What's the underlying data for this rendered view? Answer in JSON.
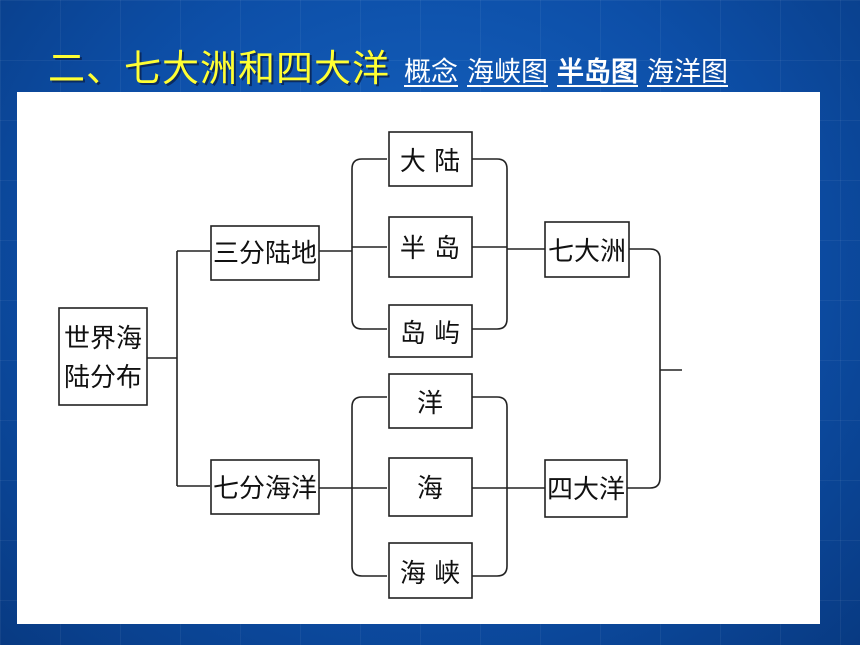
{
  "slide": {
    "title": "二、七大洲和四大洋",
    "links": [
      {
        "label": "概念",
        "bold": false
      },
      {
        "label": "海峡图",
        "bold": false
      },
      {
        "label": "半岛图",
        "bold": true
      },
      {
        "label": "海洋图",
        "bold": false
      }
    ]
  },
  "diagram": {
    "root_line1": "世界海",
    "root_line2": "陆分布",
    "land": "三分陆地",
    "ocean": "七分海洋",
    "land_items": [
      "大  陆",
      "半  岛",
      "岛  屿"
    ],
    "ocean_items": [
      "洋",
      "海",
      "海  峡"
    ],
    "continents": "七大洲",
    "oceans": "四大洋"
  }
}
